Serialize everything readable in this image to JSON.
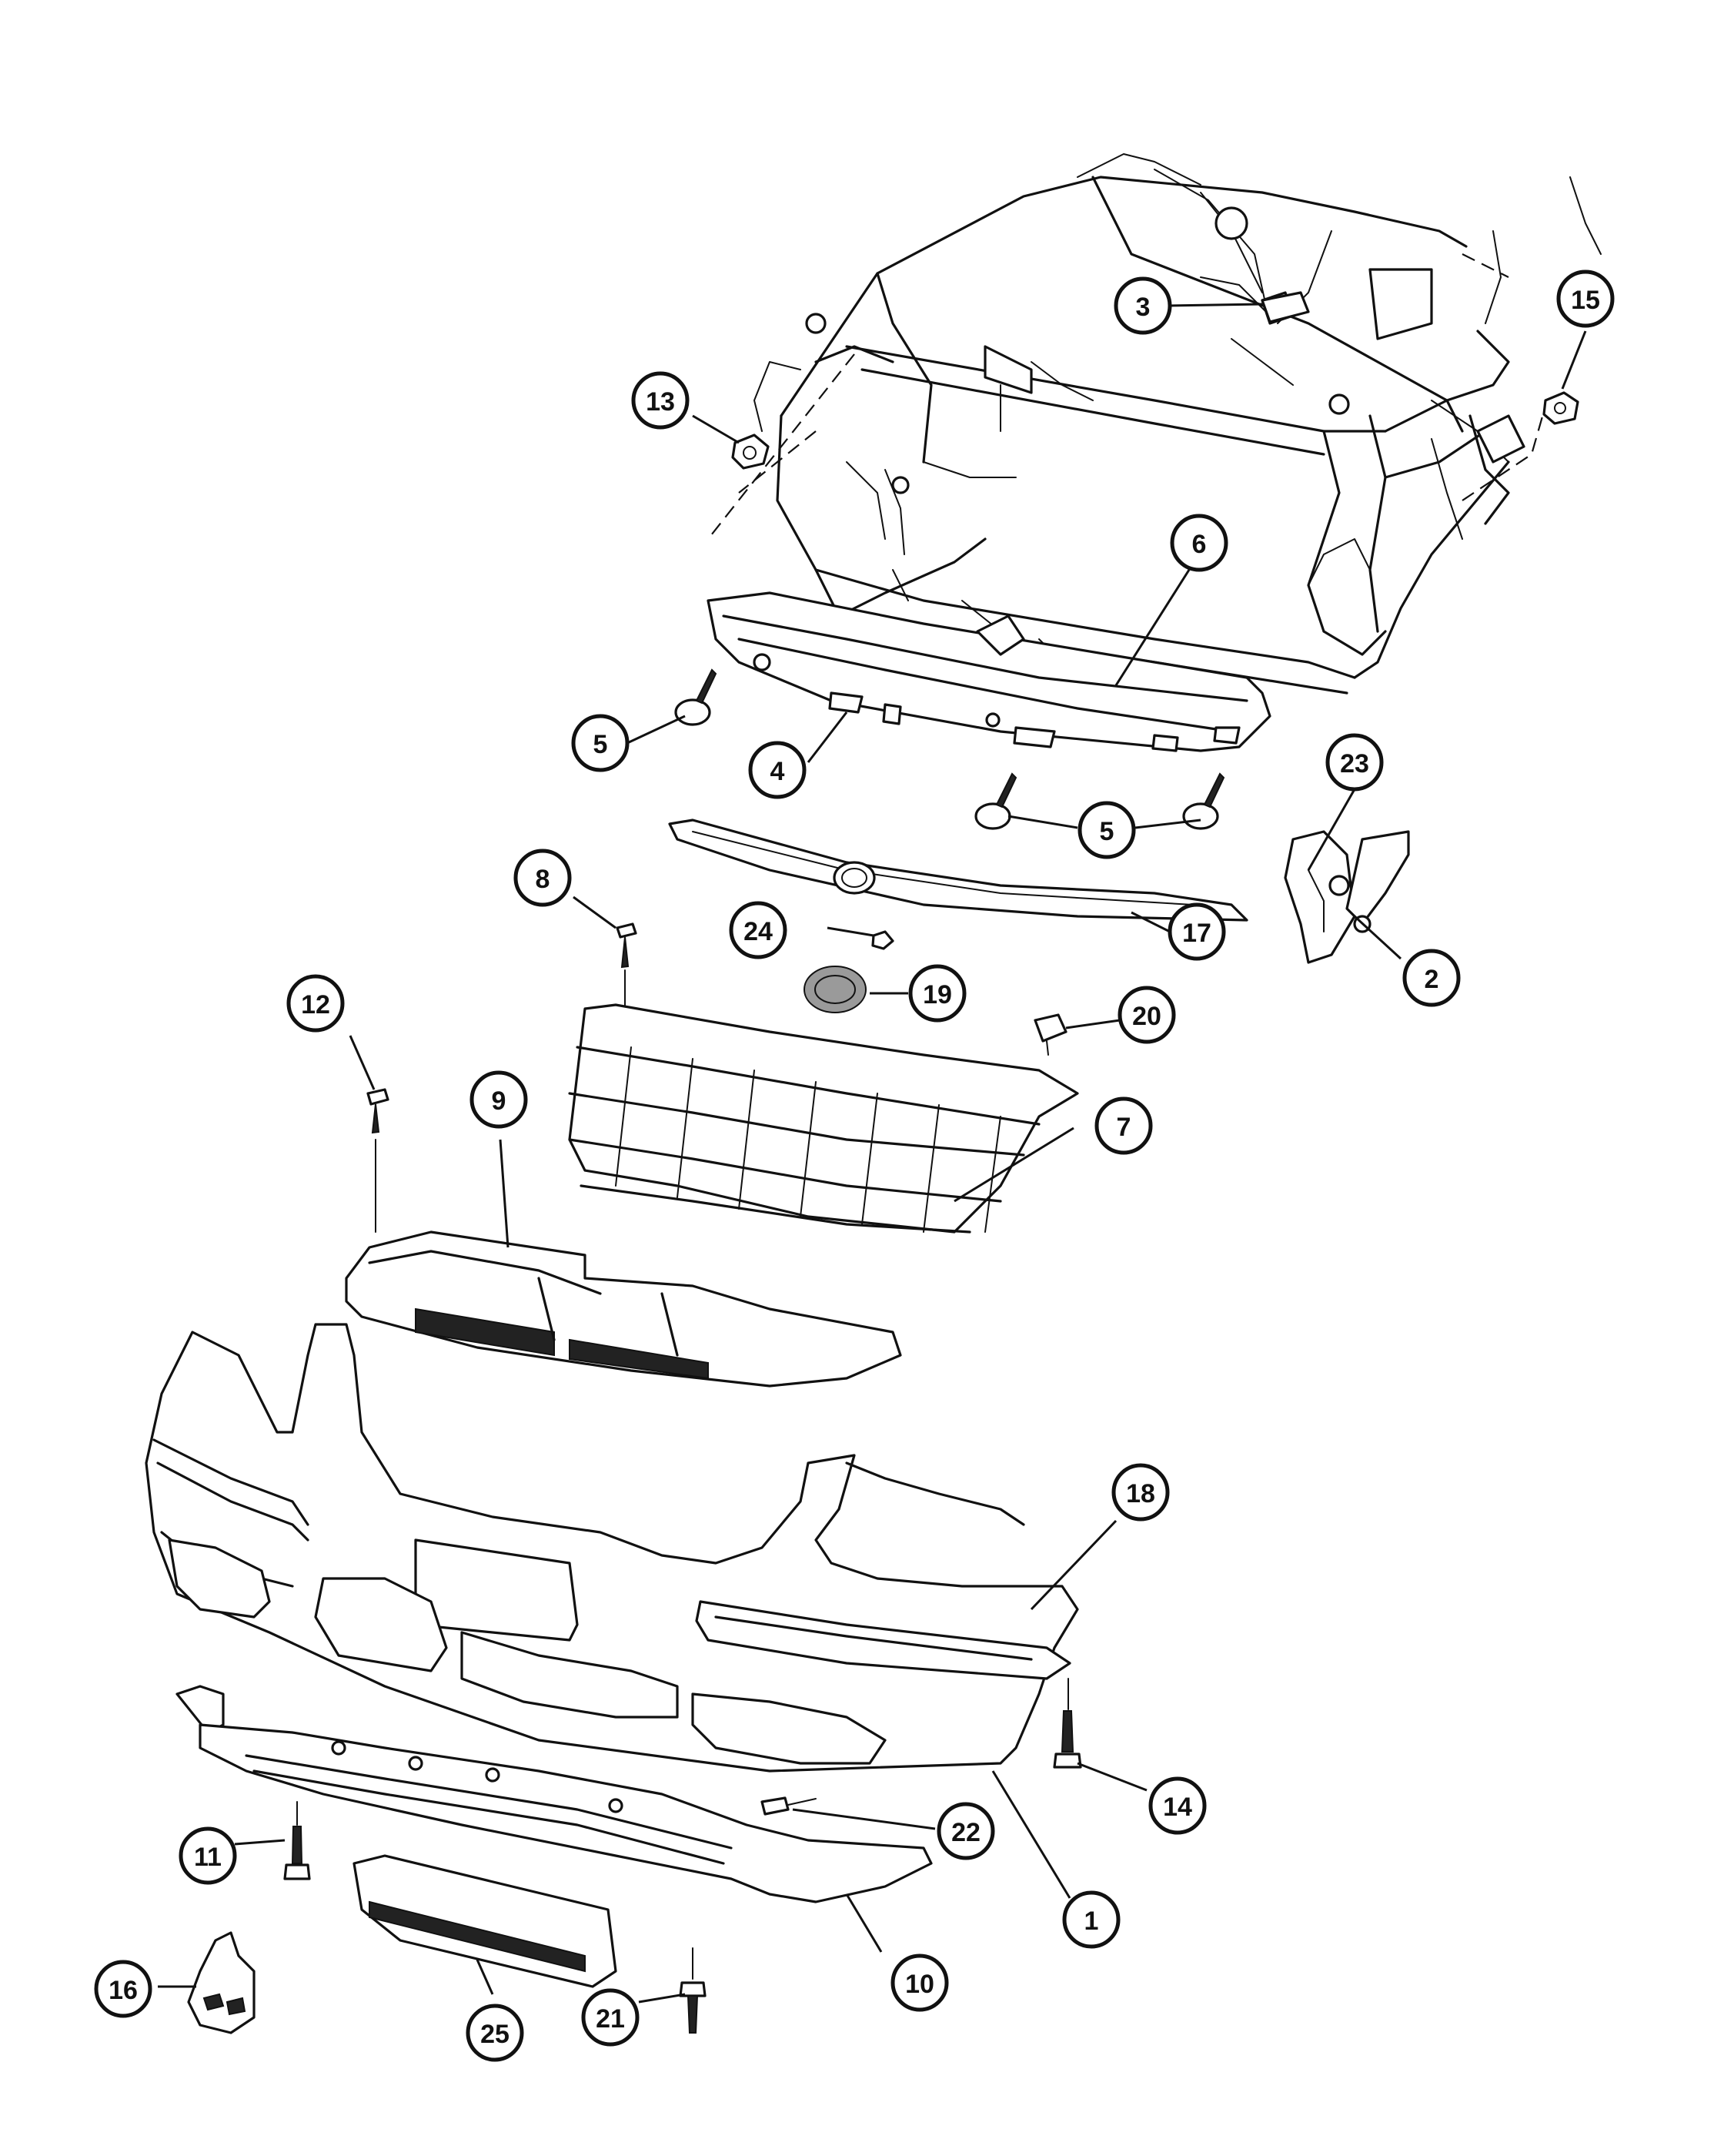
{
  "callouts": [
    {
      "id": "c1",
      "label": "1"
    },
    {
      "id": "c2",
      "label": "2"
    },
    {
      "id": "c3",
      "label": "3"
    },
    {
      "id": "c4",
      "label": "4"
    },
    {
      "id": "c5a",
      "label": "5"
    },
    {
      "id": "c5b",
      "label": "5"
    },
    {
      "id": "c6",
      "label": "6"
    },
    {
      "id": "c7",
      "label": "7"
    },
    {
      "id": "c8",
      "label": "8"
    },
    {
      "id": "c9",
      "label": "9"
    },
    {
      "id": "c10",
      "label": "10"
    },
    {
      "id": "c11",
      "label": "11"
    },
    {
      "id": "c12",
      "label": "12"
    },
    {
      "id": "c13",
      "label": "13"
    },
    {
      "id": "c14",
      "label": "14"
    },
    {
      "id": "c15",
      "label": "15"
    },
    {
      "id": "c16",
      "label": "16"
    },
    {
      "id": "c17",
      "label": "17"
    },
    {
      "id": "c18",
      "label": "18"
    },
    {
      "id": "c19",
      "label": "19"
    },
    {
      "id": "c20",
      "label": "20"
    },
    {
      "id": "c21",
      "label": "21"
    },
    {
      "id": "c22",
      "label": "22"
    },
    {
      "id": "c23",
      "label": "23"
    },
    {
      "id": "c24",
      "label": "24"
    },
    {
      "id": "c25",
      "label": "25"
    }
  ]
}
